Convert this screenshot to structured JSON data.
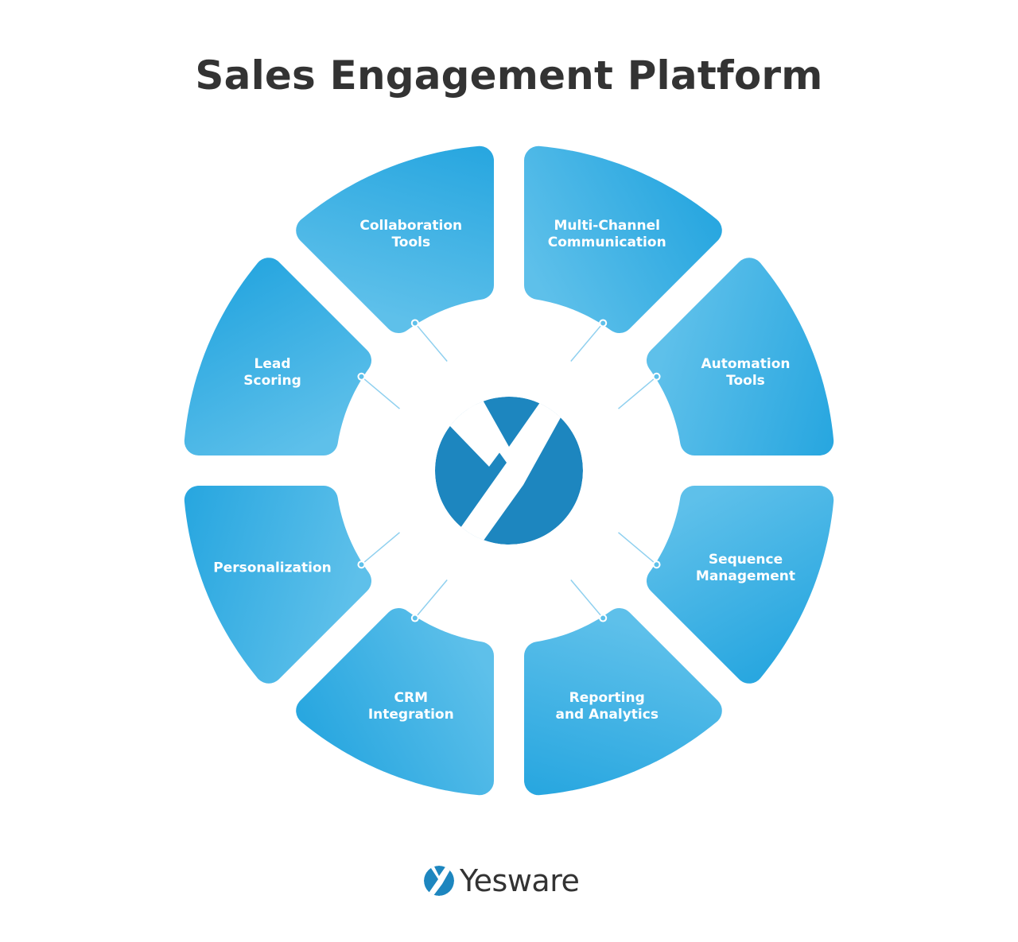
{
  "title": "Sales Engagement Platform",
  "colors": {
    "segment_light": "#5ec0ea",
    "segment_dark": "#29a7e0",
    "logo": "#1d86bf",
    "title": "#333333",
    "connector": "#8fd0ef"
  },
  "center_logo": {
    "icon": "yesware-y-logo-icon"
  },
  "segments": [
    {
      "id": "multi-channel-communication",
      "lines": [
        "Multi-Channel",
        "Communication"
      ]
    },
    {
      "id": "automation-tools",
      "lines": [
        "Automation",
        "Tools"
      ]
    },
    {
      "id": "sequence-management",
      "lines": [
        "Sequence",
        "Management"
      ]
    },
    {
      "id": "reporting-and-analytics",
      "lines": [
        "Reporting",
        "and Analytics"
      ]
    },
    {
      "id": "crm-integration",
      "lines": [
        "CRM",
        "Integration"
      ]
    },
    {
      "id": "personalization",
      "lines": [
        "Personalization"
      ]
    },
    {
      "id": "lead-scoring",
      "lines": [
        "Lead",
        "Scoring"
      ]
    },
    {
      "id": "collaboration-tools",
      "lines": [
        "Collaboration",
        "Tools"
      ]
    }
  ],
  "footer": {
    "brand": "Yesware",
    "icon": "yesware-logo-icon"
  }
}
